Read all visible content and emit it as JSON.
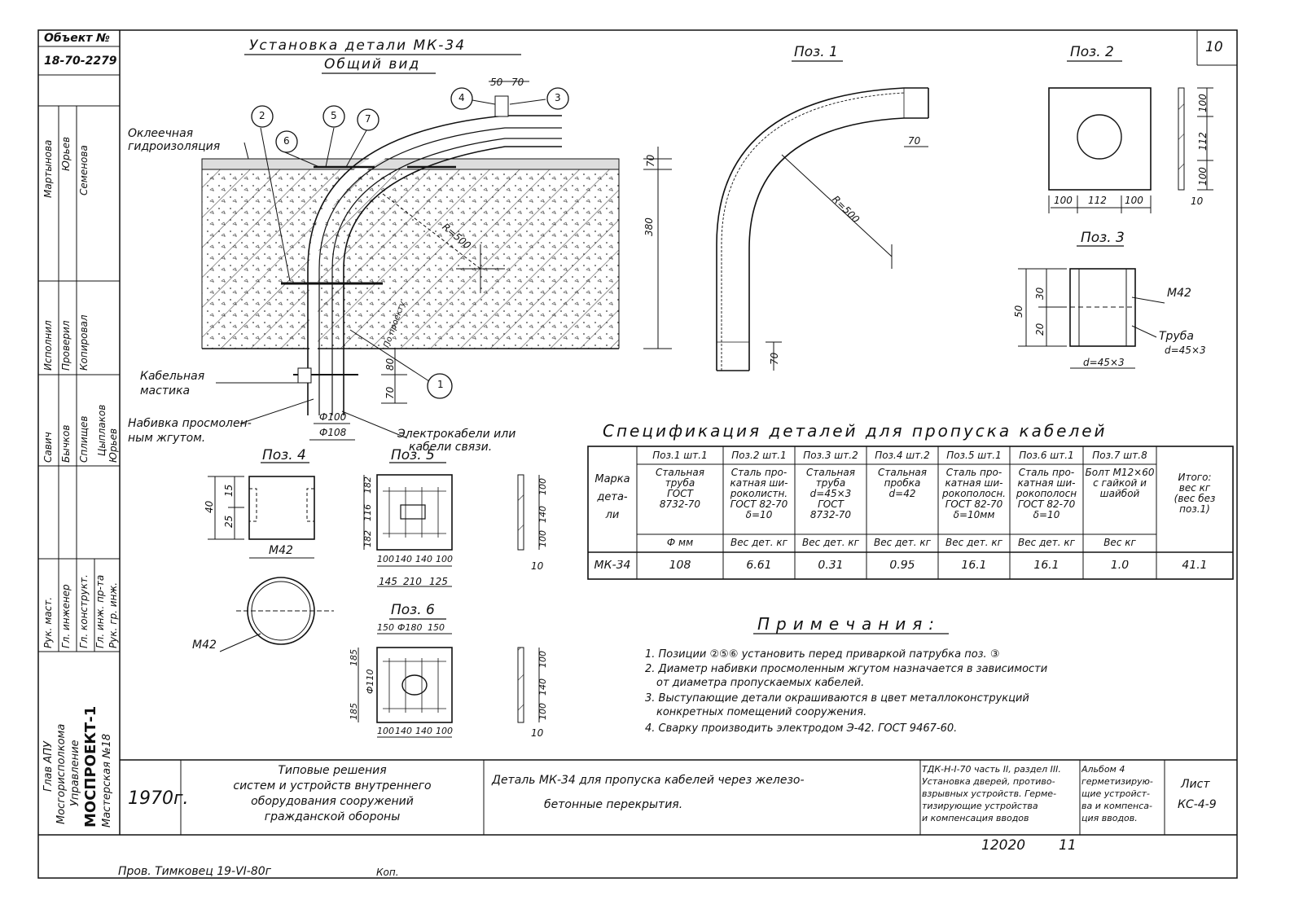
{
  "sheet": {
    "number": "10",
    "object_label": "Объект №",
    "object_code": "18-70-2279",
    "sheet_label": "Лист",
    "sheet_code": "КС-4-9",
    "archive_number": "12020",
    "archive_page": "11",
    "year": "1970г."
  },
  "sidebar": {
    "names_top": [
      "Мартынова",
      "Юрьев",
      "Семенова"
    ],
    "roles_mid": [
      "Исполнил",
      "Проверил",
      "Копировал"
    ],
    "names_mid": [
      "Савич",
      "Бычков",
      "Сплищев",
      "Цыплаков",
      "Юрьев"
    ],
    "roles_low": [
      "Рук. маст.",
      "Гл. инженер",
      "Гл. конструкт.",
      "Гл. инж. пр-та",
      "Рук. гр. инж."
    ],
    "org": [
      "Глав АПУ",
      "Мосгорисполкома",
      "Управление",
      "МОСПРОЕКТ-1",
      "Мастерская №18"
    ]
  },
  "main_view": {
    "title": "Установка детали МК-34",
    "subtitle": "Общий вид",
    "label_insulation": [
      "Оклеечная",
      "гидроизоляция"
    ],
    "label_mastic": [
      "Кабельная",
      "мастика"
    ],
    "label_packing": [
      "Набивка просмолен-",
      "ным жгутом."
    ],
    "label_cables": [
      "Электрокабели или",
      "кабели связи."
    ],
    "radius": "R=500",
    "by_project": "По проекту",
    "dims": [
      "50",
      "70",
      "70",
      "380",
      "80",
      "70",
      "Ф100",
      "Ф108"
    ],
    "callouts": [
      "1",
      "2",
      "3",
      "4",
      "5",
      "6",
      "7"
    ]
  },
  "pos1": {
    "title": "Поз. 1",
    "radius": "R=500",
    "dims": [
      "70",
      "70"
    ]
  },
  "pos2": {
    "title": "Поз. 2",
    "dims": [
      "100",
      "112",
      "100",
      "100",
      "112",
      "100",
      "10"
    ]
  },
  "pos3": {
    "title": "Поз. 3",
    "dims": [
      "50",
      "30",
      "20",
      "d=45×3"
    ],
    "thread": "М42",
    "pipe": [
      "Труба",
      "d=45×3"
    ]
  },
  "pos4": {
    "title": "Поз. 4",
    "dims": [
      "40",
      "25",
      "15"
    ],
    "thread": "М42",
    "thread2": "М42"
  },
  "pos5": {
    "title": "Поз. 5",
    "dims_v": [
      "182",
      "116",
      "182"
    ],
    "dims_h1": [
      "100",
      "140",
      "140",
      "100"
    ],
    "dims_h2": [
      "145",
      "210",
      "125"
    ],
    "side_dims": [
      "100",
      "140",
      "100"
    ],
    "thk": "10"
  },
  "pos6": {
    "title": "Поз. 6",
    "dims_top": [
      "150",
      "Ф180",
      "150"
    ],
    "dims_v": [
      "185",
      "Ф110",
      "185"
    ],
    "dims_h": [
      "100",
      "140",
      "140",
      "100"
    ],
    "side_dims": [
      "100",
      "140",
      "100"
    ],
    "thk": "10"
  },
  "spec": {
    "title": "Спецификация деталей для пропуска кабелей",
    "mark_header": [
      "Марка",
      "дета-",
      "ли"
    ],
    "columns": [
      {
        "pos": "Поз.1 шт.1",
        "desc": [
          "Стальная",
          "труба",
          "ГОСТ",
          "8732-70"
        ],
        "unit": "Ф мм",
        "value": "108"
      },
      {
        "pos": "Поз.2 шт.1",
        "desc": [
          "Сталь про-",
          "катная ши-",
          "роколистн.",
          "ГОСТ 82-70",
          "δ=10"
        ],
        "unit": "Вес дет. кг",
        "value": "6.61"
      },
      {
        "pos": "Поз.3 шт.2",
        "desc": [
          "Стальная",
          "труба",
          "d=45×3",
          "ГОСТ",
          "8732-70"
        ],
        "unit": "Вес дет. кг",
        "value": "0.31"
      },
      {
        "pos": "Поз.4 шт.2",
        "desc": [
          "Стальная",
          "пробка",
          "d=42"
        ],
        "unit": "Вес дет. кг",
        "value": "0.95"
      },
      {
        "pos": "Поз.5 шт.1",
        "desc": [
          "Сталь про-",
          "катная ши-",
          "рокополосн.",
          "ГОСТ 82-70",
          "δ=10мм"
        ],
        "unit": "Вес дет. кг",
        "value": "16.1"
      },
      {
        "pos": "Поз.6 шт.1",
        "desc": [
          "Сталь про-",
          "катная ши-",
          "рокополосн",
          "ГОСТ 82-70",
          "δ=10"
        ],
        "unit": "Вес дет. кг",
        "value": "16.1"
      },
      {
        "pos": "Поз.7 шт.8",
        "desc": [
          "Болт М12×60",
          "с гайкой и",
          "шайбой"
        ],
        "unit": "Вес кг",
        "value": "1.0"
      }
    ],
    "total_header": [
      "Итого:",
      "вес кг",
      "(вес без",
      "поз.1)"
    ],
    "mark_value": "МК-34",
    "total_value": "41.1"
  },
  "notes": {
    "title": "Примечания:",
    "items": [
      "1. Позиции ②⑤⑥ установить перед приваркой патрубка поз. ③",
      "2. Диаметр набивки просмоленным жгутом назначается в зависимости",
      "от диаметра пропускаемых кабелей.",
      "3. Выступающие детали окрашиваются в цвет металлоконструкций",
      "конкретных помещений сооружения.",
      "4. Сварку производить электродом Э-42. ГОСТ 9467-60."
    ]
  },
  "title_block": {
    "series": [
      "Типовые решения",
      "систем и устройств внутреннего",
      "оборудования сооружений",
      "гражданской обороны"
    ],
    "detail": [
      "Деталь МК-34 для пропуска кабелей через железо-",
      "бетонные перекрытия."
    ],
    "document": [
      "ТДК-Н-I-70 часть II, раздел III.",
      "Установка дверей, противо-",
      "взрывных устройств. Герме-",
      "тизирующие устройства",
      "и компенсация вводов"
    ],
    "album": [
      "Альбом 4",
      "герметизирую-",
      "щие устройст-",
      "ва и компенса-",
      "ция вводов."
    ]
  },
  "footer": {
    "checked": "Пров. Тимковец 19-VI-80г",
    "copied": "Коп."
  }
}
